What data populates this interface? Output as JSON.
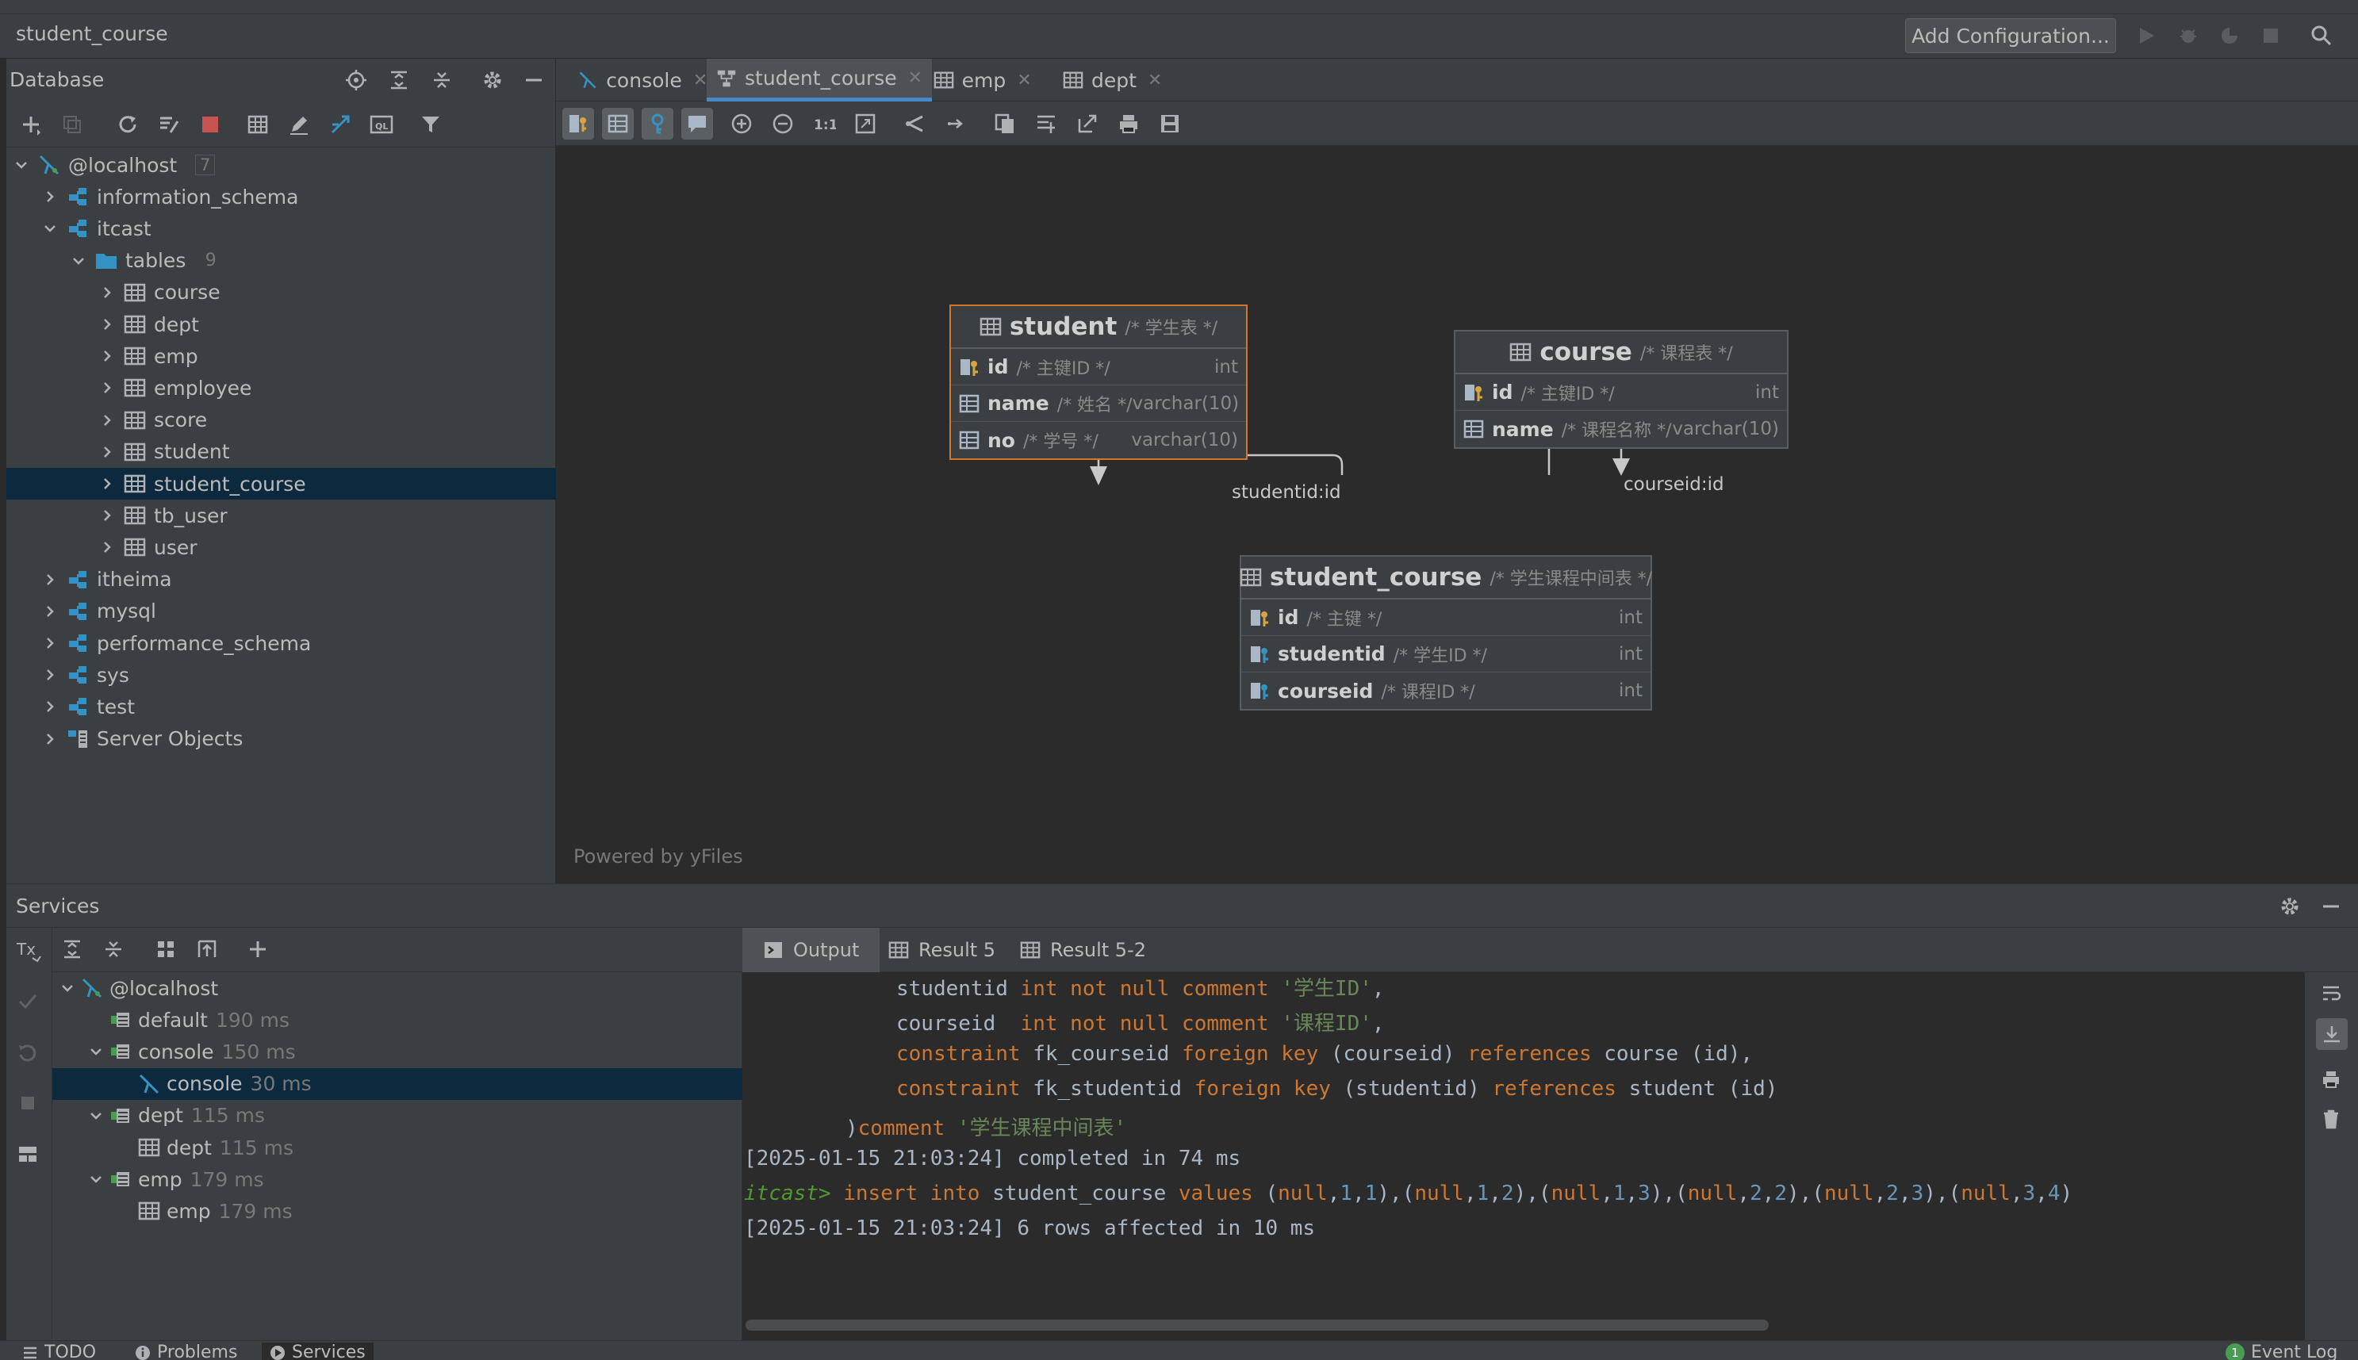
{
  "window": {
    "doc_title": "student_course"
  },
  "run_bar": {
    "add_config_label": "Add Configuration..."
  },
  "database_panel": {
    "title": "Database",
    "tree": [
      {
        "label": "@localhost",
        "count": "7",
        "level": 0,
        "expanded": true,
        "icon": "host-icon"
      },
      {
        "label": "information_schema",
        "level": 1,
        "expanded": false,
        "icon": "schema-icon"
      },
      {
        "label": "itcast",
        "level": 1,
        "expanded": true,
        "icon": "schema-icon"
      },
      {
        "label": "tables",
        "count": "9",
        "level": 2,
        "expanded": true,
        "icon": "folder-icon"
      },
      {
        "label": "course",
        "level": 3,
        "icon": "table-icon"
      },
      {
        "label": "dept",
        "level": 3,
        "icon": "table-icon"
      },
      {
        "label": "emp",
        "level": 3,
        "icon": "table-icon"
      },
      {
        "label": "employee",
        "level": 3,
        "icon": "table-icon"
      },
      {
        "label": "score",
        "level": 3,
        "icon": "table-icon"
      },
      {
        "label": "student",
        "level": 3,
        "icon": "table-icon"
      },
      {
        "label": "student_course",
        "level": 3,
        "icon": "table-icon",
        "selected": true
      },
      {
        "label": "tb_user",
        "level": 3,
        "icon": "table-icon"
      },
      {
        "label": "user",
        "level": 3,
        "icon": "table-icon"
      },
      {
        "label": "itheima",
        "level": 1,
        "icon": "schema-icon"
      },
      {
        "label": "mysql",
        "level": 1,
        "icon": "schema-icon"
      },
      {
        "label": "performance_schema",
        "level": 1,
        "icon": "schema-icon"
      },
      {
        "label": "sys",
        "level": 1,
        "icon": "schema-icon"
      },
      {
        "label": "test",
        "level": 1,
        "icon": "schema-icon"
      },
      {
        "label": "Server Objects",
        "level": 1,
        "icon": "server-objects-icon"
      }
    ]
  },
  "editor_tabs": [
    {
      "label": "console",
      "icon": "console-icon",
      "active": false
    },
    {
      "label": "student_course",
      "icon": "diagram-icon",
      "active": true
    },
    {
      "label": "emp",
      "icon": "table-icon",
      "active": false
    },
    {
      "label": "dept",
      "icon": "table-icon",
      "active": false
    }
  ],
  "diagram": {
    "powered_by": "Powered by yFiles",
    "entities": {
      "student": {
        "name": "student",
        "comment": "/* 学生表 */",
        "fields": [
          {
            "name": "id",
            "comment": "/* 主键ID */",
            "type": "int",
            "key": "primary"
          },
          {
            "name": "name",
            "comment": "/* 姓名 */",
            "type": "varchar(10)",
            "key": "none"
          },
          {
            "name": "no",
            "comment": "/* 学号 */",
            "type": "varchar(10)",
            "key": "none"
          }
        ]
      },
      "course": {
        "name": "course",
        "comment": "/* 课程表 */",
        "fields": [
          {
            "name": "id",
            "comment": "/* 主键ID */",
            "type": "int",
            "key": "primary"
          },
          {
            "name": "name",
            "comment": "/* 课程名称 */",
            "type": "varchar(10)",
            "key": "none"
          }
        ]
      },
      "student_course": {
        "name": "student_course",
        "comment": "/* 学生课程中间表 */",
        "fields": [
          {
            "name": "id",
            "comment": "/* 主键 */",
            "type": "int",
            "key": "primary"
          },
          {
            "name": "studentid",
            "comment": "/* 学生ID */",
            "type": "int",
            "key": "foreign"
          },
          {
            "name": "courseid",
            "comment": "/* 课程ID */",
            "type": "int",
            "key": "foreign"
          }
        ]
      }
    },
    "edges": {
      "studentid": "studentid:id",
      "courseid": "courseid:id"
    }
  },
  "services": {
    "title": "Services",
    "tree": [
      {
        "label": "@localhost",
        "ms": "",
        "level": 0,
        "expanded": true,
        "icon": "host-icon"
      },
      {
        "label": "default",
        "ms": "190 ms",
        "level": 1,
        "icon": "session-icon"
      },
      {
        "label": "console",
        "ms": "150 ms",
        "level": 1,
        "expanded": true,
        "icon": "session-icon"
      },
      {
        "label": "console",
        "ms": "30 ms",
        "level": 2,
        "icon": "console-icon",
        "selected": true
      },
      {
        "label": "dept",
        "ms": "115 ms",
        "level": 1,
        "expanded": true,
        "icon": "session-icon"
      },
      {
        "label": "dept",
        "ms": "115 ms",
        "level": 2,
        "icon": "table-icon"
      },
      {
        "label": "emp",
        "ms": "179 ms",
        "level": 1,
        "expanded": true,
        "icon": "session-icon"
      },
      {
        "label": "emp",
        "ms": "179 ms",
        "level": 2,
        "icon": "table-icon"
      }
    ],
    "output_tabs": [
      {
        "label": "Output",
        "icon": "output-icon",
        "active": true
      },
      {
        "label": "Result 5",
        "icon": "table-icon",
        "active": false
      },
      {
        "label": "Result 5-2",
        "icon": "table-icon",
        "active": false
      }
    ],
    "console": {
      "l1": {
        "a": "studentid ",
        "b": "int not null comment ",
        "c": "'学生ID'",
        "d": ","
      },
      "l2": {
        "a": "courseid  ",
        "b": "int not null comment ",
        "c": "'课程ID'",
        "d": ","
      },
      "l3": {
        "a": "constraint ",
        "b": "fk_courseid ",
        "c": "foreign key ",
        "d": "(courseid) ",
        "e": "references ",
        "f": "course (id),"
      },
      "l4": {
        "a": "constraint ",
        "b": "fk_studentid ",
        "c": "foreign key ",
        "d": "(studentid) ",
        "e": "references ",
        "f": "student (id)"
      },
      "l5": {
        "a": ")",
        "b": "comment ",
        "c": "'学生课程中间表'"
      },
      "l6": "[2025-01-15 21:03:24] completed in 74 ms",
      "l7": {
        "prompt": "itcast>",
        "kw": " insert into ",
        "tbl": "student_course ",
        "values": "values ",
        "tuples": [
          [
            "null",
            "1",
            "1"
          ],
          [
            "null",
            "1",
            "2"
          ],
          [
            "null",
            "1",
            "3"
          ],
          [
            "null",
            "2",
            "2"
          ],
          [
            "null",
            "2",
            "3"
          ],
          [
            "null",
            "3",
            "4"
          ]
        ]
      },
      "l8": "[2025-01-15 21:03:24] 6 rows affected in 10 ms"
    }
  },
  "status_bar": {
    "todo": "TODO",
    "problems": "Problems",
    "services": "Services",
    "event_log": "Event Log",
    "event_count": "1"
  },
  "colors": {
    "accent": "#4a88c7",
    "selection": "#0d293e",
    "keyword": "#cc7832",
    "string": "#6a8759",
    "number": "#6897bb",
    "entity_highlight": "#cc7832"
  }
}
